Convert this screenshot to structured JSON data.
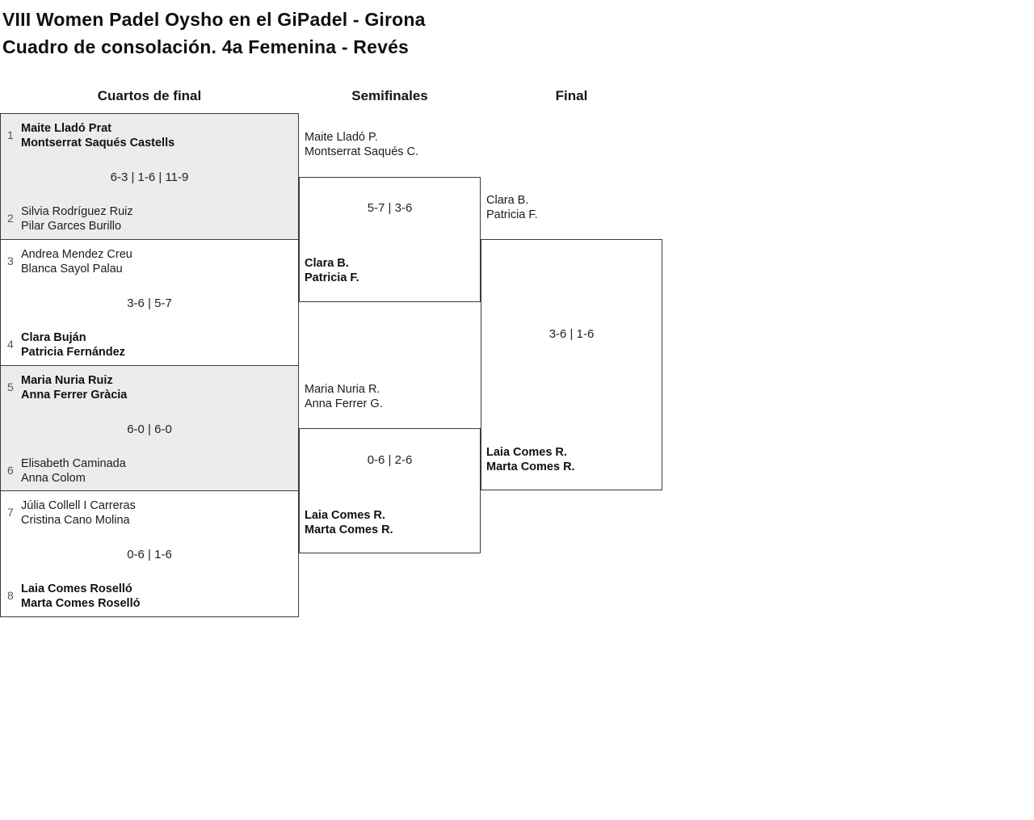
{
  "title": {
    "line1": "VIII Women Padel Oysho en el GiPadel - Girona",
    "line2": "Cuadro de consolación. 4a Femenina - Revés"
  },
  "columns": {
    "quarterfinals": "Cuartos de final",
    "semifinals": "Semifinales",
    "final": "Final"
  },
  "colors": {
    "shaded_cell": "#ececec",
    "border": "#3a3a3a",
    "text": "#1c1c1c",
    "seed": "#555555"
  },
  "quarterfinals": [
    {
      "top_team": {
        "seed": "1",
        "line1": "Maite Lladó Prat",
        "line2": "Montserrat Saqués Castells",
        "winner": true
      },
      "score": "6-3 | 1-6 | 11-9",
      "bottom_team": {
        "seed": "2",
        "line1": "Silvia Rodríguez Ruiz",
        "line2": "Pilar Garces Burillo",
        "winner": false
      }
    },
    {
      "top_team": {
        "seed": "3",
        "line1": "Andrea Mendez Creu",
        "line2": "Blanca Sayol Palau",
        "winner": false
      },
      "score": "3-6 | 5-7",
      "bottom_team": {
        "seed": "4",
        "line1": "Clara Buján",
        "line2": "Patricia Fernández",
        "winner": true
      }
    },
    {
      "top_team": {
        "seed": "5",
        "line1": "Maria Nuria Ruiz",
        "line2": "Anna Ferrer Gràcia",
        "winner": true
      },
      "score": "6-0 | 6-0",
      "bottom_team": {
        "seed": "6",
        "line1": "Elisabeth Caminada",
        "line2": "Anna Colom",
        "winner": false
      }
    },
    {
      "top_team": {
        "seed": "7",
        "line1": "Júlia Collell I Carreras",
        "line2": "Cristina Cano Molina",
        "winner": false
      },
      "score": "0-6 | 1-6",
      "bottom_team": {
        "seed": "8",
        "line1": "Laia Comes Roselló",
        "line2": "Marta Comes Roselló",
        "winner": true
      }
    }
  ],
  "semifinals": [
    {
      "top_team": {
        "line1": "Maite Lladó P.",
        "line2": "Montserrat Saqués C.",
        "winner": false
      },
      "score": "5-7 | 3-6",
      "bottom_team": {
        "line1": "Clara B.",
        "line2": "Patricia F.",
        "winner": true
      }
    },
    {
      "top_team": {
        "line1": "Maria Nuria R.",
        "line2": "Anna Ferrer G.",
        "winner": false
      },
      "score": "0-6 | 2-6",
      "bottom_team": {
        "line1": "Laia Comes R.",
        "line2": "Marta Comes R.",
        "winner": true
      }
    }
  ],
  "final_match": {
    "top_team": {
      "line1": "Clara B.",
      "line2": "Patricia F.",
      "winner": false
    },
    "score": "3-6 | 1-6",
    "bottom_team": {
      "line1": "Laia Comes R.",
      "line2": "Marta Comes R.",
      "winner": true
    }
  }
}
